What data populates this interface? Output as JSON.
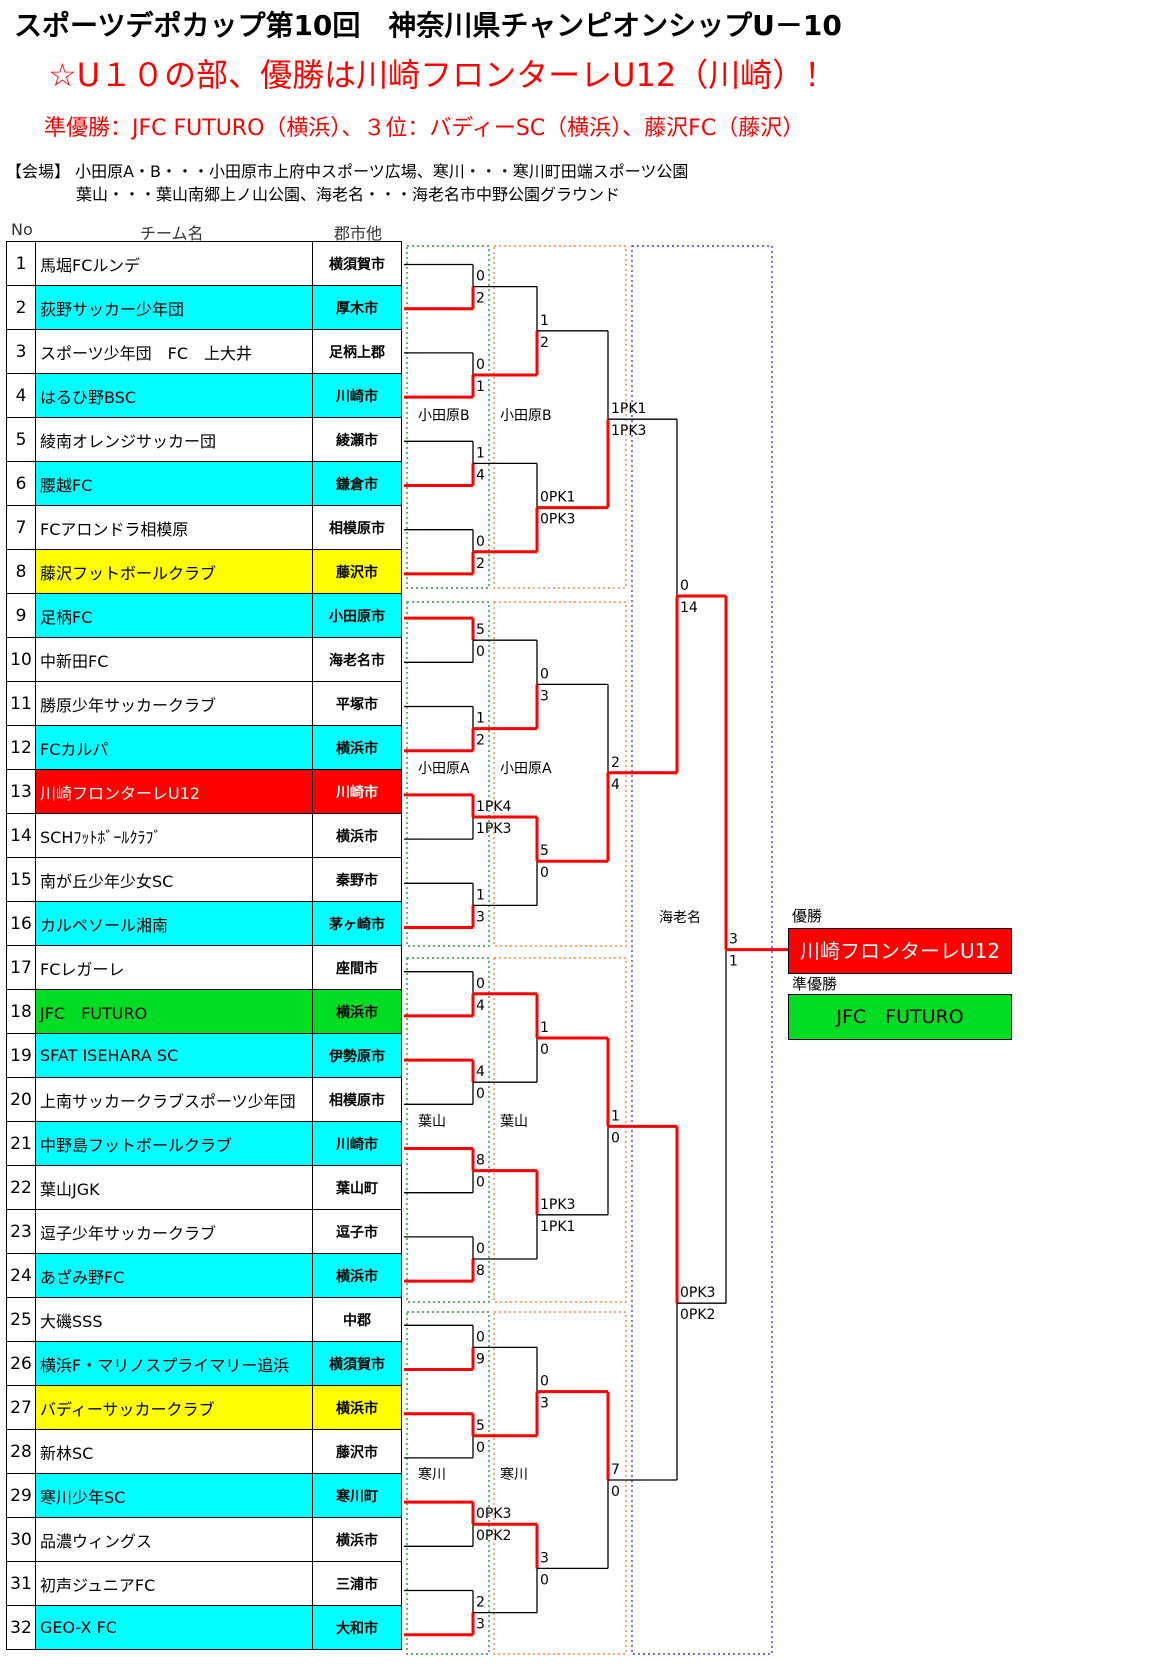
{
  "header": {
    "title": "スポーツデポカップ第10回　神奈川県チャンピオンシップU－10",
    "subtitle": "☆U１０の部、優勝は川崎フロンターレU12（川崎）！",
    "runners_up": "準優勝：JFC FUTURO（横浜）、３位：バディーSC（横浜）、藤沢FC（藤沢）",
    "venue_line1": "【会場】 小田原A・B・・・小田原市上府中スポーツ広場、寒川・・・寒川町田端スポーツ公園",
    "venue_line2": "葉山・・・葉山南郷上ノ山公園、海老名・・・海老名市中野公園グラウンド"
  },
  "columns": {
    "no": "No",
    "team": "チーム名",
    "city": "郡市他"
  },
  "colors": {
    "win_line": "#ff0000",
    "lose_line": "#000000",
    "cyan": "#00ffff",
    "yellow": "#ffff00",
    "red": "#ff0000",
    "green": "#00dd22"
  },
  "teams": [
    {
      "no": "1",
      "name": "馬堀FCルンデ",
      "city": "横須賀市",
      "color": "#ffffff"
    },
    {
      "no": "2",
      "name": "荻野サッカー少年団",
      "city": "厚木市",
      "color": "#00ffff"
    },
    {
      "no": "3",
      "name": "スポーツ少年団　FC　上大井",
      "city": "足柄上郡",
      "color": "#ffffff"
    },
    {
      "no": "4",
      "name": "はるひ野BSC",
      "city": "川崎市",
      "color": "#00ffff"
    },
    {
      "no": "5",
      "name": "綾南オレンジサッカー団",
      "city": "綾瀬市",
      "color": "#ffffff"
    },
    {
      "no": "6",
      "name": "腰越FC",
      "city": "鎌倉市",
      "color": "#00ffff"
    },
    {
      "no": "7",
      "name": "FCアロンドラ相模原",
      "city": "相模原市",
      "color": "#ffffff"
    },
    {
      "no": "8",
      "name": "藤沢フットボールクラブ",
      "city": "藤沢市",
      "color": "#ffff00"
    },
    {
      "no": "9",
      "name": "足柄FC",
      "city": "小田原市",
      "color": "#00ffff"
    },
    {
      "no": "10",
      "name": "中新田FC",
      "city": "海老名市",
      "color": "#ffffff"
    },
    {
      "no": "11",
      "name": "勝原少年サッカークラブ",
      "city": "平塚市",
      "color": "#ffffff"
    },
    {
      "no": "12",
      "name": "FCカルパ",
      "city": "横浜市",
      "color": "#00ffff"
    },
    {
      "no": "13",
      "name": "川崎フロンターレU12",
      "city": "川崎市",
      "color": "#ff0000",
      "text": "#ffffff"
    },
    {
      "no": "14",
      "name": "SCHﾌｯﾄﾎﾞｰﾙｸﾗﾌﾞ",
      "city": "横浜市",
      "color": "#ffffff"
    },
    {
      "no": "15",
      "name": "南が丘少年少女SC",
      "city": "秦野市",
      "color": "#ffffff"
    },
    {
      "no": "16",
      "name": "カルペソール湘南",
      "city": "茅ヶ崎市",
      "color": "#00ffff"
    },
    {
      "no": "17",
      "name": "FCレガーレ",
      "city": "座間市",
      "color": "#ffffff"
    },
    {
      "no": "18",
      "name": "JFC　FUTURO",
      "city": "横浜市",
      "color": "#00dd22"
    },
    {
      "no": "19",
      "name": "SFAT ISEHARA SC",
      "city": "伊勢原市",
      "color": "#00ffff"
    },
    {
      "no": "20",
      "name": "上南サッカークラブスポーツ少年団",
      "city": "相模原市",
      "color": "#ffffff"
    },
    {
      "no": "21",
      "name": "中野島フットボールクラブ",
      "city": "川崎市",
      "color": "#00ffff"
    },
    {
      "no": "22",
      "name": "葉山JGK",
      "city": "葉山町",
      "color": "#ffffff"
    },
    {
      "no": "23",
      "name": "逗子少年サッカークラブ",
      "city": "逗子市",
      "color": "#ffffff"
    },
    {
      "no": "24",
      "name": "あざみ野FC",
      "city": "横浜市",
      "color": "#00ffff"
    },
    {
      "no": "25",
      "name": "大磯SSS",
      "city": "中郡",
      "color": "#ffffff"
    },
    {
      "no": "26",
      "name": "横浜F・マリノスプライマリー追浜",
      "city": "横須賀市",
      "color": "#00ffff"
    },
    {
      "no": "27",
      "name": "バディーサッカークラブ",
      "city": "横浜市",
      "color": "#ffff00"
    },
    {
      "no": "28",
      "name": "新林SC",
      "city": "藤沢市",
      "color": "#ffffff"
    },
    {
      "no": "29",
      "name": "寒川少年SC",
      "city": "寒川町",
      "color": "#00ffff"
    },
    {
      "no": "30",
      "name": "品濃ウィングス",
      "city": "横浜市",
      "color": "#ffffff"
    },
    {
      "no": "31",
      "name": "初声ジュニアFC",
      "city": "三浦市",
      "color": "#ffffff"
    },
    {
      "no": "32",
      "name": "GEO-X FC",
      "city": "大和市",
      "color": "#00ffff"
    }
  ],
  "rounds": {
    "r1": [
      {
        "scores": [
          "0",
          "2"
        ],
        "winner": 1
      },
      {
        "scores": [
          "0",
          "1"
        ],
        "winner": 1
      },
      {
        "scores": [
          "1",
          "4"
        ],
        "winner": 1
      },
      {
        "scores": [
          "0",
          "2"
        ],
        "winner": 1
      },
      {
        "scores": [
          "5",
          "0"
        ],
        "winner": 0
      },
      {
        "scores": [
          "1",
          "2"
        ],
        "winner": 1
      },
      {
        "scores": [
          "1PK4",
          "1PK3"
        ],
        "winner": 0
      },
      {
        "scores": [
          "1",
          "3"
        ],
        "winner": 1
      },
      {
        "scores": [
          "0",
          "4"
        ],
        "winner": 1
      },
      {
        "scores": [
          "4",
          "0"
        ],
        "winner": 0
      },
      {
        "scores": [
          "8",
          "0"
        ],
        "winner": 0
      },
      {
        "scores": [
          "0",
          "8"
        ],
        "winner": 1
      },
      {
        "scores": [
          "0",
          "9"
        ],
        "winner": 1
      },
      {
        "scores": [
          "5",
          "0"
        ],
        "winner": 0
      },
      {
        "scores": [
          "0PK3",
          "0PK2"
        ],
        "winner": 0
      },
      {
        "scores": [
          "2",
          "3"
        ],
        "winner": 1
      }
    ],
    "r2": [
      {
        "scores": [
          "1",
          "2"
        ],
        "winner": 1
      },
      {
        "scores": [
          "0PK1",
          "0PK3"
        ],
        "winner": 1
      },
      {
        "scores": [
          "0",
          "3"
        ],
        "winner": 1
      },
      {
        "scores": [
          "5",
          "0"
        ],
        "winner": 0
      },
      {
        "scores": [
          "1",
          "0"
        ],
        "winner": 0
      },
      {
        "scores": [
          "1PK3",
          "1PK1"
        ],
        "winner": 0
      },
      {
        "scores": [
          "0",
          "3"
        ],
        "winner": 1
      },
      {
        "scores": [
          "3",
          "0"
        ],
        "winner": 0
      }
    ],
    "r3": [
      {
        "scores": [
          "1PK1",
          "1PK3"
        ],
        "winner": 1
      },
      {
        "scores": [
          "2",
          "4"
        ],
        "winner": 1
      },
      {
        "scores": [
          "1",
          "0"
        ],
        "winner": 0
      },
      {
        "scores": [
          "7",
          "0"
        ],
        "winner": 0
      }
    ],
    "r4": [
      {
        "scores": [
          "0",
          "14"
        ],
        "winner": 1
      },
      {
        "scores": [
          "0PK3",
          "0PK2"
        ],
        "winner": 0
      }
    ],
    "final": {
      "scores": [
        "3",
        "1"
      ],
      "winner": 0
    }
  },
  "venues": {
    "r1": [
      "小田原B",
      "小田原A",
      "葉山",
      "寒川"
    ],
    "r2": [
      "小田原B",
      "小田原A",
      "葉山",
      "寒川"
    ],
    "semi": "海老名"
  },
  "result": {
    "champion_label": "優勝",
    "champion": "川崎フロンターレU12",
    "runner_label": "準優勝",
    "runner_up": "JFC　FUTURO"
  }
}
